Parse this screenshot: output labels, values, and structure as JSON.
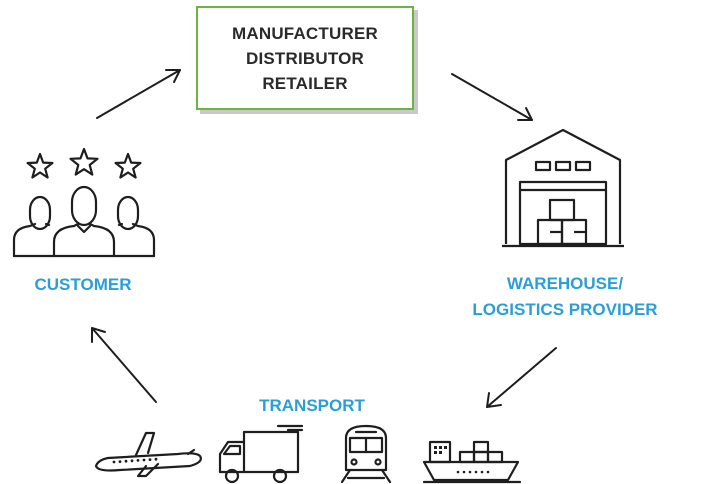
{
  "center_box": {
    "lines": [
      "MANUFACTURER",
      "DISTRIBUTOR",
      "RETAILER"
    ]
  },
  "warehouse": {
    "label_line1": "WAREHOUSE/",
    "label_line2": "LOGISTICS PROVIDER"
  },
  "transport": {
    "label": "TRANSPORT"
  },
  "customer": {
    "label": "CUSTOMER"
  },
  "colors": {
    "box_border": "#6db33f",
    "label": "#2a9fd6",
    "icon_stroke": "#1e1e1e"
  },
  "icons": [
    "star-icon",
    "people-icon",
    "warehouse-icon",
    "airplane-icon",
    "truck-icon",
    "train-icon",
    "ship-icon",
    "arrow-icon"
  ]
}
